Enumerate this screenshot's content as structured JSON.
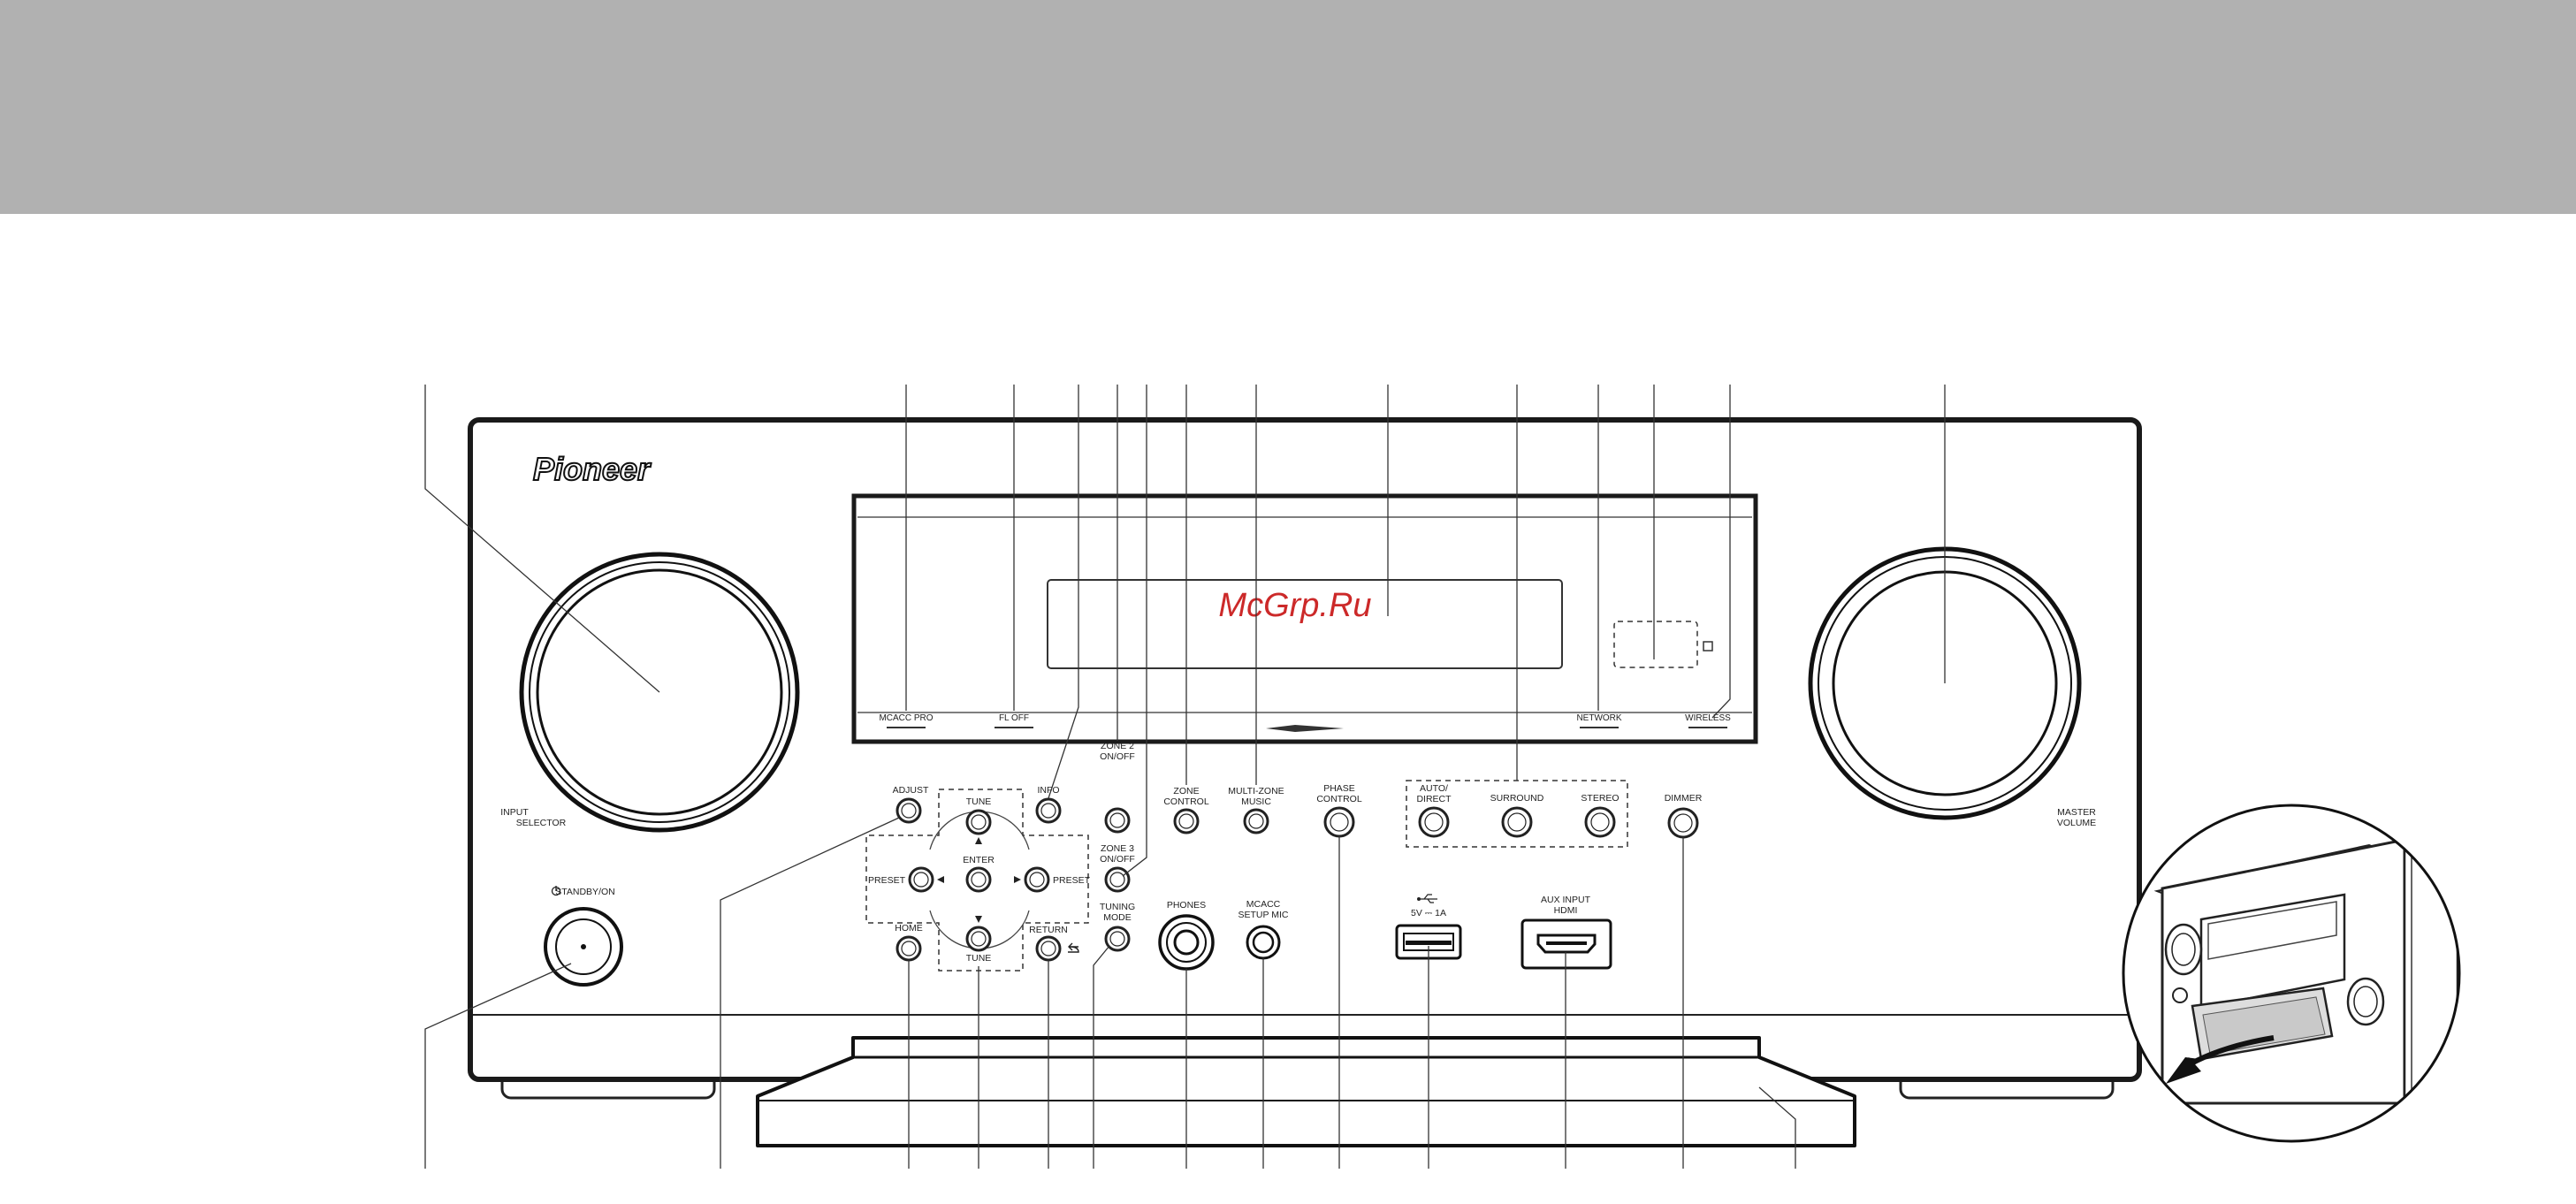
{
  "brand": {
    "logo_text": "Pioneer"
  },
  "watermark": "McGrp.Ru",
  "display_labels": {
    "mcacc_pro": "MCACC PRO",
    "fl_off": "FL OFF",
    "network": "NETWORK",
    "wireless": "WIRELESS"
  },
  "knobs": {
    "input_selector": [
      "INPUT",
      "SELECTOR"
    ],
    "master_volume": [
      "MASTER",
      "VOLUME"
    ]
  },
  "buttons": {
    "standby_on": "STANDBY/ON",
    "adjust": "ADJUST",
    "tune_top": "TUNE",
    "tune_bottom": "TUNE",
    "enter": "ENTER",
    "preset_left": "PRESET",
    "preset_right": "PRESET",
    "home": "HOME",
    "return": "RETURN",
    "info": "INFO",
    "zone2": [
      "ZONE 2",
      "ON/OFF"
    ],
    "zone3": [
      "ZONE 3",
      "ON/OFF"
    ],
    "tuning_mode": [
      "TUNING",
      "MODE"
    ],
    "zone_control": [
      "ZONE",
      "CONTROL"
    ],
    "multi_zone_music": [
      "MULTI-ZONE",
      "MUSIC"
    ],
    "phase_control": [
      "PHASE",
      "CONTROL"
    ],
    "auto_direct": [
      "AUTO/",
      "DIRECT"
    ],
    "surround": "SURROUND",
    "stereo": "STEREO",
    "dimmer": "DIMMER"
  },
  "jacks": {
    "phones": "PHONES",
    "mcacc_setup_mic": [
      "MCACC",
      "SETUP MIC"
    ],
    "usb_rating": "5V ⎓ 1A",
    "aux_input": [
      "AUX INPUT",
      "HDMI"
    ]
  }
}
